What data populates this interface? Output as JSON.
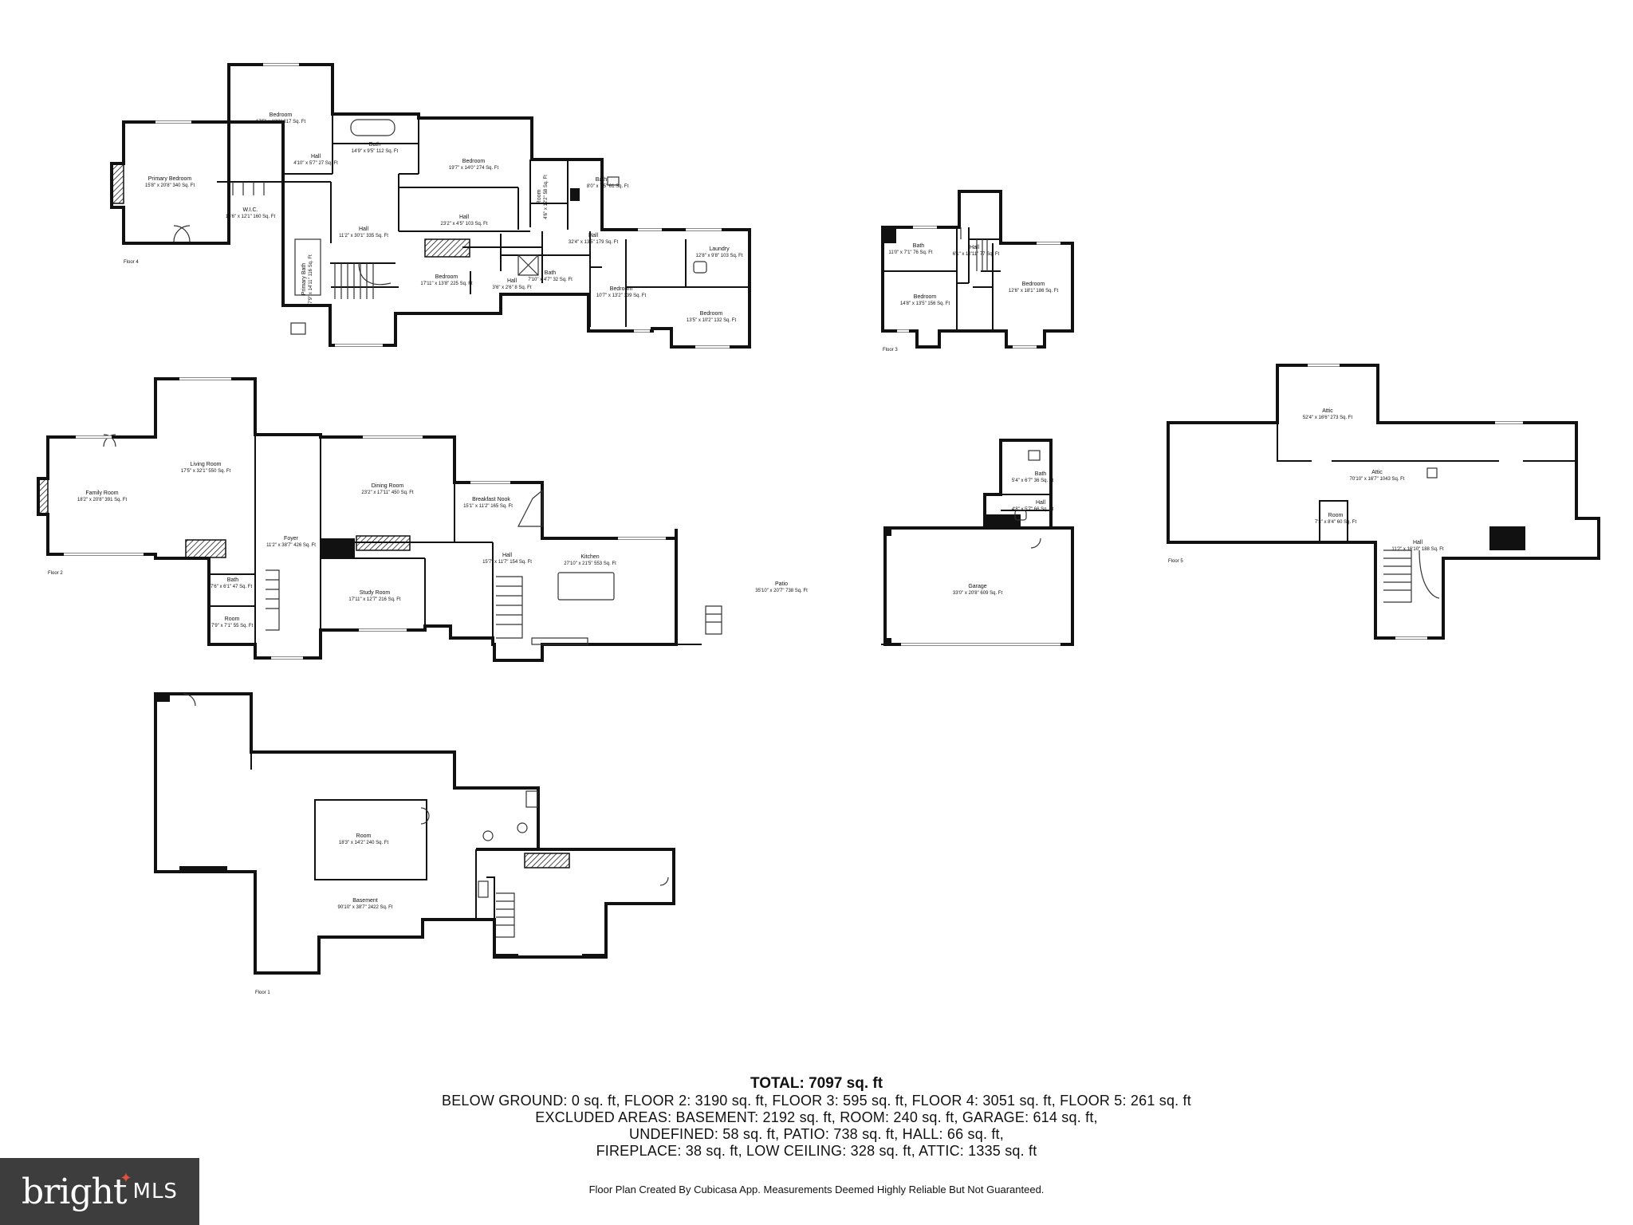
{
  "colors": {
    "wall": "#111111",
    "background": "#ffffff",
    "logo_bg": "#3d3d3d",
    "logo_accent": "#e2513c"
  },
  "floors": {
    "floor4": {
      "label": "Floor 4",
      "rooms": [
        {
          "name": "Primary Bedroom",
          "dims": "15'8\" x 20'8\" 340 Sq. Ft"
        },
        {
          "name": "Bedroom",
          "dims": "17'5\" x 18'3\" 317 Sq. Ft"
        },
        {
          "name": "Bath",
          "dims": "14'9\" x 9'5\" 112 Sq. Ft"
        },
        {
          "name": "Bedroom",
          "dims": "19'7\" x 14'0\" 274 Sq. Ft"
        },
        {
          "name": "Bath",
          "dims": "8'0\" x 7'5\" 61 Sq. Ft"
        },
        {
          "name": "Hall",
          "dims": "4'10\" x 5'7\" 27 Sq. Ft"
        },
        {
          "name": "W.I.C.",
          "dims": "16'6\" x 12'1\" 160 Sq. Ft"
        },
        {
          "name": "Hall",
          "dims": "11'2\" x 30'1\" 335 Sq. Ft"
        },
        {
          "name": "Hall",
          "dims": "23'2\" x 4'5\" 103 Sq. Ft"
        },
        {
          "name": "Room",
          "dims": "4'6\" x 12'2\" 58 Sq. Ft"
        },
        {
          "name": "Hall",
          "dims": "32'4\" x 13'5\" 179 Sq. Ft"
        },
        {
          "name": "Primary Bath",
          "dims": "7'9\" x 14'11\" 116 Sq. Ft"
        },
        {
          "name": "Bedroom",
          "dims": "17'11\" x 13'8\" 225 Sq. Ft"
        },
        {
          "name": "Hall",
          "dims": "3'6\" x 2'6\" 8 Sq. Ft"
        },
        {
          "name": "Bath",
          "dims": "7'10\" x 4'7\" 32 Sq. Ft"
        },
        {
          "name": "Laundry",
          "dims": "12'8\" x 9'8\" 103 Sq. Ft"
        },
        {
          "name": "Bedroom",
          "dims": "10'7\" x 13'2\" 139 Sq. Ft"
        },
        {
          "name": "Bedroom",
          "dims": "13'5\" x 10'2\" 132 Sq. Ft"
        }
      ]
    },
    "floor3": {
      "label": "Floor 3",
      "rooms": [
        {
          "name": "Bath",
          "dims": "11'0\" x 7'1\" 76 Sq. Ft"
        },
        {
          "name": "Hall",
          "dims": "6'1\" x 12'11\" 77 Sq. Ft"
        },
        {
          "name": "Bedroom",
          "dims": "14'8\" x 13'5\" 156 Sq. Ft"
        },
        {
          "name": "Bedroom",
          "dims": "12'6\" x 18'1\" 186 Sq. Ft"
        }
      ]
    },
    "floor2": {
      "label": "Floor 2",
      "rooms": [
        {
          "name": "Family Room",
          "dims": "18'2\" x 20'8\" 391 Sq. Ft"
        },
        {
          "name": "Living Room",
          "dims": "17'5\" x 32'1\" 550 Sq. Ft"
        },
        {
          "name": "Foyer",
          "dims": "11'2\" x 38'7\" 426 Sq. Ft"
        },
        {
          "name": "Dining Room",
          "dims": "23'2\" x 17'11\" 450 Sq. Ft"
        },
        {
          "name": "Breakfast Nook",
          "dims": "15'1\" x 11'2\" 165 Sq. Ft"
        },
        {
          "name": "Bath",
          "dims": "7'6\" x 6'1\" 47 Sq. Ft"
        },
        {
          "name": "Room",
          "dims": "7'9\" x 7'1\" 55 Sq. Ft"
        },
        {
          "name": "Study Room",
          "dims": "17'11\" x 12'7\" 216 Sq. Ft"
        },
        {
          "name": "Hall",
          "dims": "15'7\" x 11'7\" 154 Sq. Ft"
        },
        {
          "name": "Kitchen",
          "dims": "27'10\" x 21'5\" 553 Sq. Ft"
        },
        {
          "name": "Patio",
          "dims": "35'10\" x 20'7\" 738 Sq. Ft"
        },
        {
          "name": "Bath",
          "dims": "5'4\" x 6'7\" 36 Sq. Ft"
        },
        {
          "name": "Hall",
          "dims": "4'8\" x 5'7\" 66 Sq. Ft"
        },
        {
          "name": "Garage",
          "dims": "33'0\" x 20'8\" 609 Sq. Ft"
        }
      ]
    },
    "floor5": {
      "label": "Floor 5",
      "rooms": [
        {
          "name": "Attic",
          "dims": "52'4\" x 16'6\" 273 Sq. Ft"
        },
        {
          "name": "Attic",
          "dims": "70'10\" x 16'7\" 1043 Sq. Ft"
        },
        {
          "name": "Room",
          "dims": "7'3\" x 8'4\" 60 Sq. Ft"
        },
        {
          "name": "Hall",
          "dims": "11'2\" x 16'10\" 188 Sq. Ft"
        }
      ]
    },
    "floor1": {
      "label": "Floor 1",
      "rooms": [
        {
          "name": "Room",
          "dims": "18'3\" x 14'2\" 240 Sq. Ft"
        },
        {
          "name": "Basement",
          "dims": "90'10\" x 38'7\" 2422 Sq. Ft"
        }
      ]
    }
  },
  "summary": {
    "total": "TOTAL: 7097 sq. ft",
    "lines": [
      "BELOW GROUND: 0 sq. ft, FLOOR 2: 3190 sq. ft, FLOOR 3: 595 sq. ft, FLOOR 4: 3051 sq. ft, FLOOR 5: 261 sq. ft",
      "EXCLUDED AREAS: BASEMENT: 2192 sq. ft, ROOM: 240 sq. ft, GARAGE: 614 sq. ft,",
      "UNDEFINED: 58 sq. ft, PATIO: 738 sq. ft, HALL: 66 sq. ft,",
      "FIREPLACE: 38 sq. ft, LOW CEILING: 328 sq. ft, ATTIC: 1335 sq. ft"
    ],
    "credit": "Floor Plan Created By Cubicasa App. Measurements Deemed Highly Reliable But Not Guaranteed."
  },
  "logo": {
    "word": "bright",
    "suffix": "MLS"
  }
}
